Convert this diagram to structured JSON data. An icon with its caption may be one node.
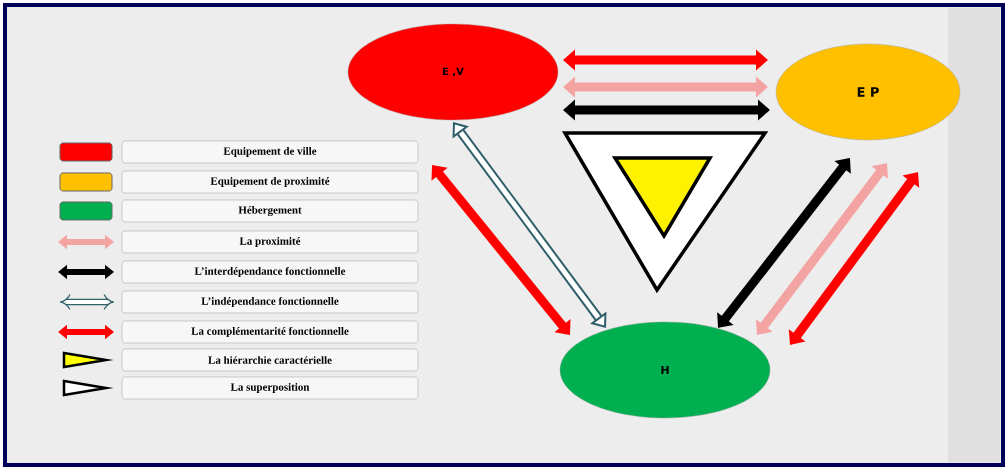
{
  "diagram": {
    "nodes": [
      {
        "text": [
          "E ,V"
        ]
      },
      {
        "text": [
          "E P"
        ]
      },
      {
        "text": [
          "H"
        ]
      }
    ],
    "edges": [
      {
        "from": 0,
        "to": 1,
        "arrow": "both",
        "color": "#ff0000"
      },
      {
        "from": 0,
        "to": 1,
        "arrow": "both",
        "color": "#f4a3a3"
      },
      {
        "from": 0,
        "to": 1,
        "arrow": "both",
        "color": "#000000"
      },
      {
        "from": 0,
        "to": 2,
        "arrow": "both",
        "color": "#ff0000"
      },
      {
        "from": 0,
        "to": 2,
        "arrow": "both",
        "color": "#2f5f6a"
      },
      {
        "from": 1,
        "to": 2,
        "arrow": "both",
        "color": "#000000"
      },
      {
        "from": 1,
        "to": 2,
        "arrow": "both",
        "color": "#f4a3a3"
      },
      {
        "from": 1,
        "to": 2,
        "arrow": "both",
        "color": "#ff0000"
      }
    ],
    "legend": [
      {
        "text": "Equipement de ville",
        "color": "#ff0000"
      },
      {
        "text": "Equipement de proximité",
        "color": "#ffc000"
      },
      {
        "text": "Hébergement",
        "color": "#00b050"
      },
      {
        "text": "La proximité"
      },
      {
        "text": "L’interdépendance fonctionnelle"
      },
      {
        "text": "L’indépendance fonctionnelle"
      },
      {
        "text": "La complémentarité fonctionnelle"
      },
      {
        "text": "La hiérarchie caractérielle"
      },
      {
        "text": "La superposition"
      }
    ]
  }
}
